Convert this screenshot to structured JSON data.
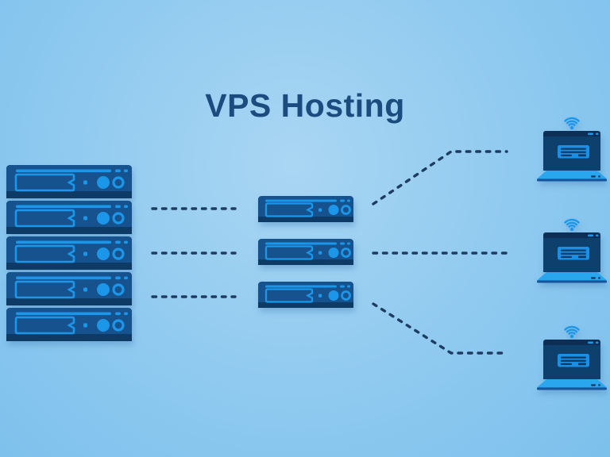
{
  "title": "VPS Hosting",
  "colors": {
    "bg_center": "#a9d6f3",
    "bg_mid": "#8cc8ef",
    "bg_edge": "#7cc0ec",
    "title": "#1b4b7f",
    "line": "#1e3c62",
    "server_body": "#16538e",
    "server_body_dark": "#0d3a66",
    "accent": "#1e96e8",
    "laptop_screen": "#113f6c",
    "laptop_frame": "#0e3a64",
    "laptop_topbar": "#0a2f55",
    "laptop_card": "#1f8fe4",
    "laptop_base": "#2aa6ee",
    "laptop_base_strip": "#14549b"
  },
  "diagram": {
    "left_group": {
      "name": "physical-server-rack",
      "icon": "rack-server-icon",
      "unit_count": 5
    },
    "middle_group": {
      "name": "vps-servers",
      "icon": "vps-server-icon",
      "unit_count": 3
    },
    "right_group": {
      "name": "client-laptops",
      "icon": "laptop-icon",
      "unit_count": 3,
      "badge": "wifi-icon"
    },
    "connections": {
      "style": "dashed",
      "left_links": 3,
      "right_links": 3
    }
  }
}
